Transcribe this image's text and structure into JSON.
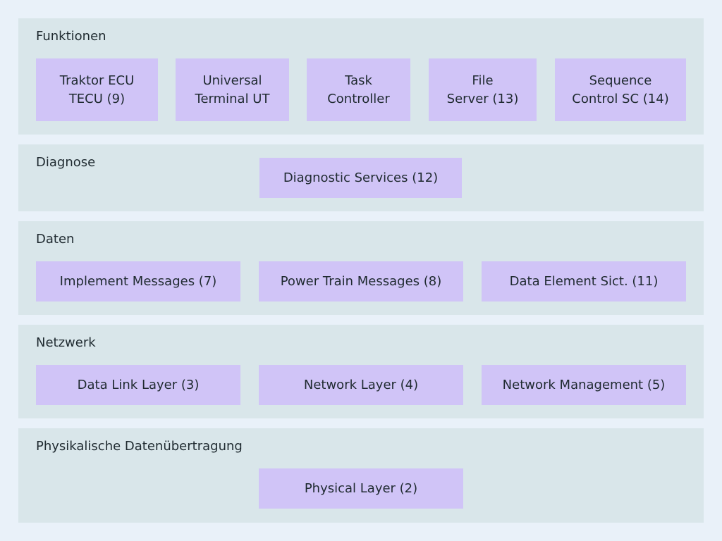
{
  "colors": {
    "background": "#e9f1f9",
    "layer": "#d9e6ea",
    "box": "#d0c4f7",
    "text": "#1f2a30"
  },
  "layers": [
    {
      "title": "Funktionen",
      "boxes": [
        "Traktor ECU\nTECU (9)",
        "Universal\nTerminal UT",
        "Task\nController",
        "File\nServer (13)",
        "Sequence\nControl SC (14)"
      ]
    },
    {
      "title": "Diagnose",
      "boxes": [
        "Diagnostic Services (12)"
      ]
    },
    {
      "title": "Daten",
      "boxes": [
        "Implement Messages (7)",
        "Power Train Messages (8)",
        "Data Element Sict. (11)"
      ]
    },
    {
      "title": "Netzwerk",
      "boxes": [
        "Data Link Layer (3)",
        "Network Layer (4)",
        "Network Management (5)"
      ]
    },
    {
      "title": "Physikalische Datenübertragung",
      "boxes": [
        "Physical Layer (2)"
      ]
    }
  ]
}
